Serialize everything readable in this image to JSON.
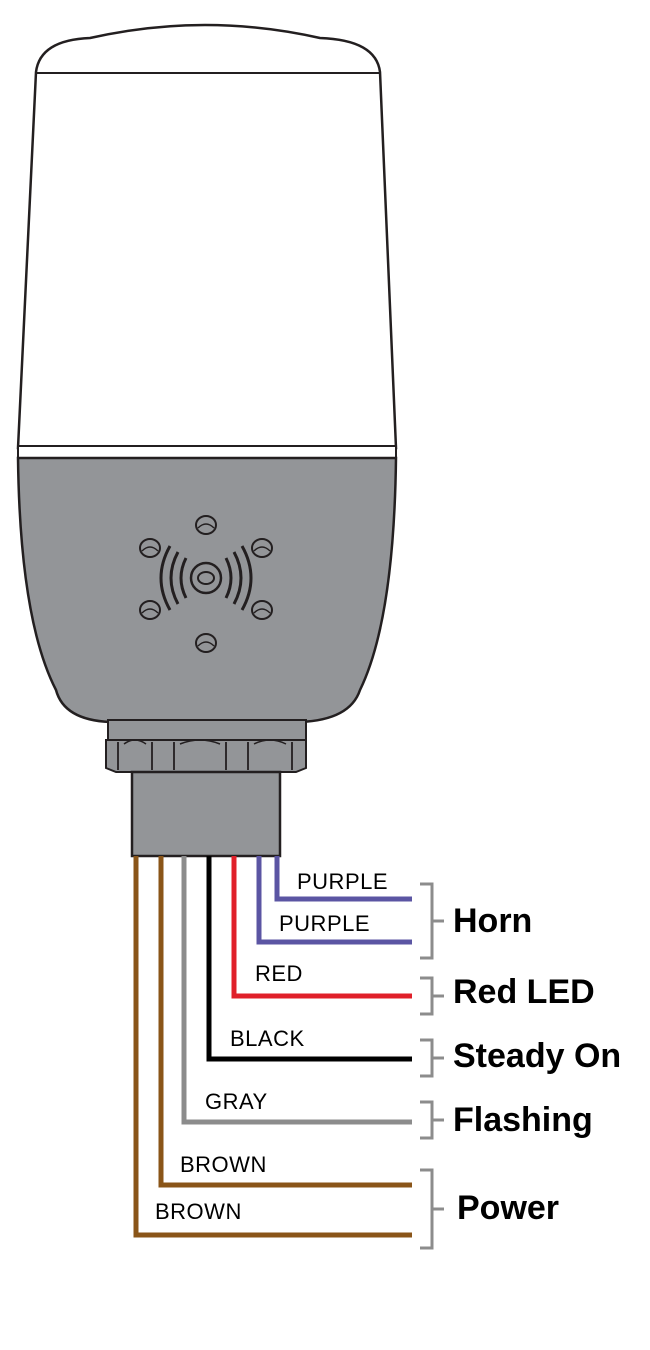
{
  "wires": [
    {
      "id": "purple-1",
      "label": "PURPLE",
      "color": "#5b55a3"
    },
    {
      "id": "purple-2",
      "label": "PURPLE",
      "color": "#5b55a3"
    },
    {
      "id": "red",
      "label": "RED",
      "color": "#e0202a"
    },
    {
      "id": "black",
      "label": "BLACK",
      "color": "#000000"
    },
    {
      "id": "gray",
      "label": "GRAY",
      "color": "#8c8c8c"
    },
    {
      "id": "brown-1",
      "label": "BROWN",
      "color": "#8a5518"
    },
    {
      "id": "brown-2",
      "label": "BROWN",
      "color": "#8a5518"
    }
  ],
  "functions": [
    {
      "id": "horn",
      "label": "Horn"
    },
    {
      "id": "red-led",
      "label": "Red LED"
    },
    {
      "id": "steady-on",
      "label": "Steady On"
    },
    {
      "id": "flashing",
      "label": "Flashing"
    },
    {
      "id": "power",
      "label": "Power"
    }
  ],
  "colors": {
    "lens": "#ffffff",
    "housing": "#939598",
    "outline": "#231f20",
    "bracket": "#8c8c8c"
  }
}
